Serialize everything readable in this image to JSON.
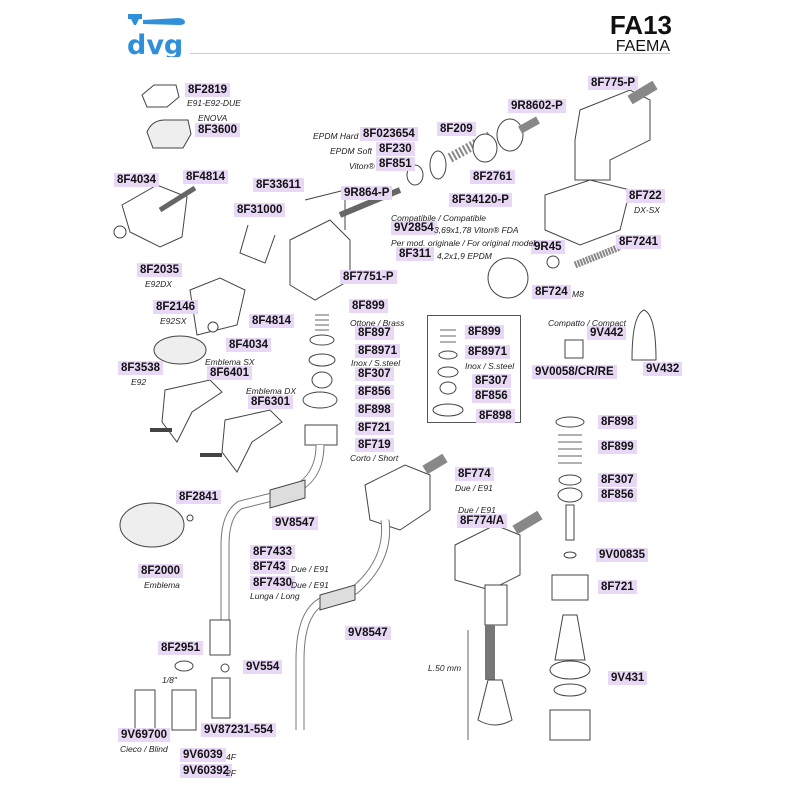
{
  "header": {
    "brand": "dvg",
    "model": "FA13",
    "manufacturer": "FAEMA"
  },
  "colors": {
    "brand": "#2f8fd8",
    "label_bg": "#e8d8f6"
  },
  "labels": [
    "8F2819",
    "8F3600",
    "8F023654",
    "8F230",
    "8F851",
    "8F209",
    "9R8602-P",
    "8F2761",
    "8F34120-P",
    "8F775-P",
    "8F722",
    "8F4034",
    "8F4814",
    "8F33611",
    "8F31000",
    "9R864-P",
    "9V2854",
    "8F311",
    "8F7751-P",
    "9R45",
    "8F7241",
    "8F724",
    "8F2035",
    "8F2146",
    "8F4814",
    "8F4034",
    "8F3538",
    "8F6401",
    "8F6301",
    "8F899",
    "8F897",
    "8F8971",
    "8F307",
    "8F856",
    "8F898",
    "8F721",
    "8F719",
    "8F899",
    "8F8971",
    "8F307",
    "8F856",
    "8F898",
    "9V0058/CR/RE",
    "9V442",
    "9V432",
    "8F898",
    "8F899",
    "8F307",
    "8F856",
    "9V00835",
    "8F721",
    "8F774",
    "8F774/A",
    "8F2841",
    "9V8547",
    "8F2000",
    "8F7433",
    "8F743",
    "8F7430",
    "9V8547",
    "8F2951",
    "9V554",
    "9V431",
    "9V69700",
    "9V87231-554",
    "9V6039",
    "9V60392"
  ],
  "notes": [
    "E91-E92-DUE",
    "ENOVA",
    "EPDM Hard",
    "EPDM Soft",
    "Viton®",
    "DX-SX",
    "Compatibile / Compatible",
    "3,69x1,78 Viton® FDA",
    "Per mod. originale / For original model",
    "4,2x1,9 EPDM",
    "M8",
    "E92DX",
    "E92SX",
    "E92",
    "Emblema SX",
    "Emblema DX",
    "Ottone / Brass",
    "Inox / S.steel",
    "Corto / Short",
    "Inox / S.steel",
    "Compatto / Compact",
    "Due / E91",
    "Due / E91",
    "Emblema",
    "Due / E91",
    "Due / E91",
    "Lunga / Long",
    "1/8\"",
    "L.50 mm",
    "Cieco / Blind",
    "4F",
    "2F"
  ]
}
